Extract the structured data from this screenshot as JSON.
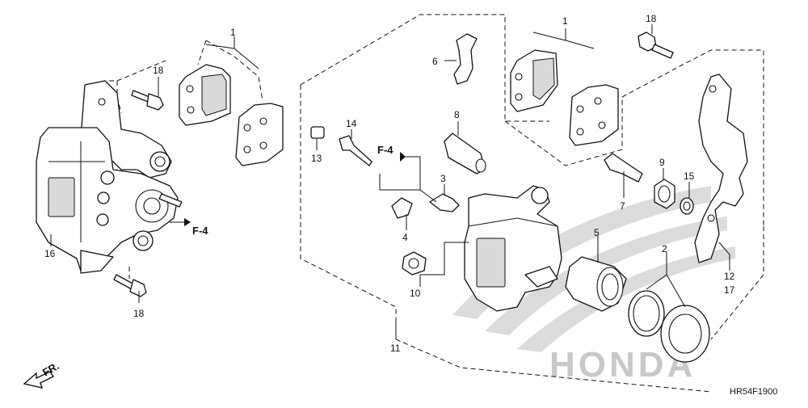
{
  "diagram": {
    "code": "HR54F1900",
    "direction_label": "FR.",
    "ref_label": "F-4",
    "watermark": "HONDA",
    "callouts": {
      "c1a": "1",
      "c1b": "1",
      "c2": "2",
      "c3": "3",
      "c4": "4",
      "c5": "5",
      "c6": "6",
      "c7": "7",
      "c8": "8",
      "c9": "9",
      "c10": "10",
      "c11": "11",
      "c12": "12",
      "c13": "13",
      "c14": "14",
      "c15": "15",
      "c16": "16",
      "c17": "17",
      "c18a": "18",
      "c18b": "18",
      "c18c": "18"
    }
  }
}
